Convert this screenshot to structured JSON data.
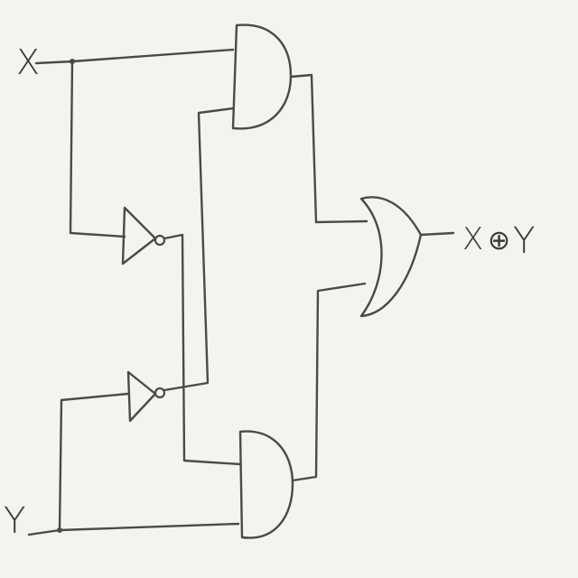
{
  "diagram": {
    "inputs": {
      "x": "X",
      "y": "Y"
    },
    "output": {
      "left": "X",
      "op": "⊕",
      "right": "Y"
    },
    "gates": [
      {
        "name": "and-gate-top",
        "kind": "AND"
      },
      {
        "name": "and-gate-bottom",
        "kind": "AND"
      },
      {
        "name": "not-gate-top",
        "kind": "NOT"
      },
      {
        "name": "not-gate-bottom",
        "kind": "NOT"
      },
      {
        "name": "or-gate",
        "kind": "OR"
      }
    ],
    "style": {
      "ink": "#4a4a4a",
      "paper": "#f3f3f0"
    }
  }
}
